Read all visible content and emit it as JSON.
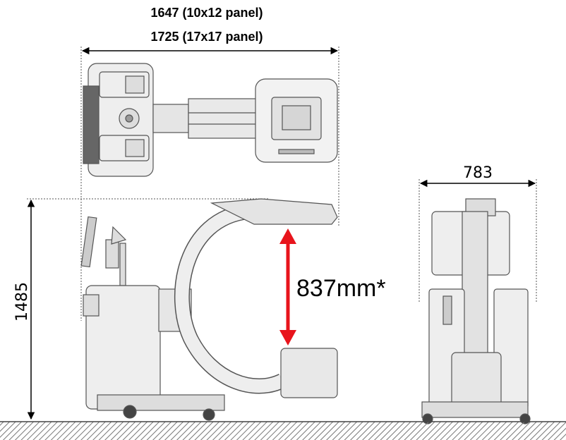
{
  "labels": {
    "width_10x12": "1647 (10x12 panel)",
    "width_17x17": "1725 (17x17 panel)",
    "height": "1485",
    "depth": "783",
    "clearance": "837mm*"
  },
  "colors": {
    "clearance_arrow": "#e8141c",
    "machine_body": "#eeeeee",
    "machine_outline": "#555555",
    "dimension_line": "#000000",
    "floor_hatch": "#777777"
  },
  "icons": [
    "double-arrow-icon"
  ]
}
